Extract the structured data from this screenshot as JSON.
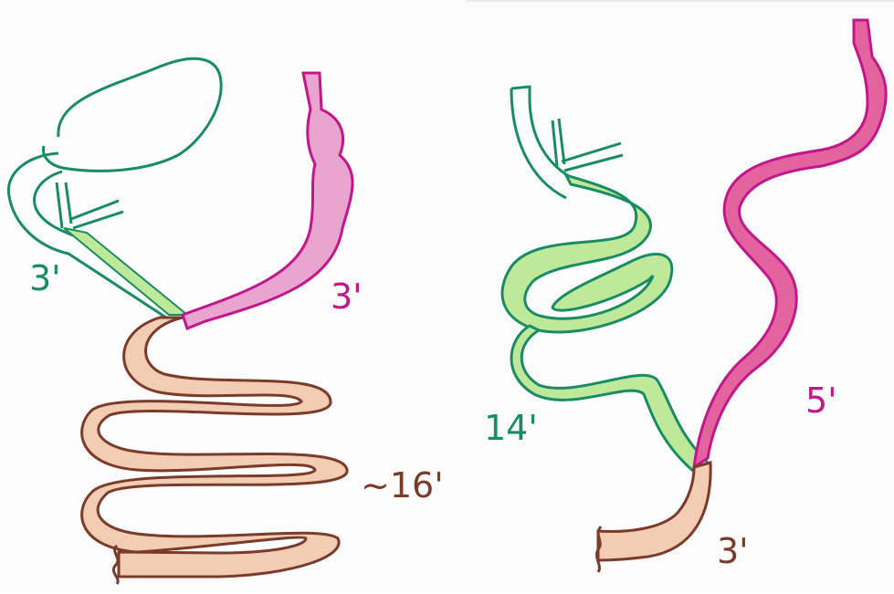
{
  "colors": {
    "ink_green": "#1a8c64",
    "fill_green": "#bfe99a",
    "ink_magenta": "#c2178c",
    "fill_magenta": "#e2639e",
    "ink_brown": "#7a3b2a",
    "fill_peach": "#f2cdb3"
  },
  "left": {
    "green_label": "3'",
    "magenta_label": "3'",
    "common_label": "~16'"
  },
  "right": {
    "green_label": "14'",
    "magenta_label": "5'",
    "common_label": "3'"
  }
}
